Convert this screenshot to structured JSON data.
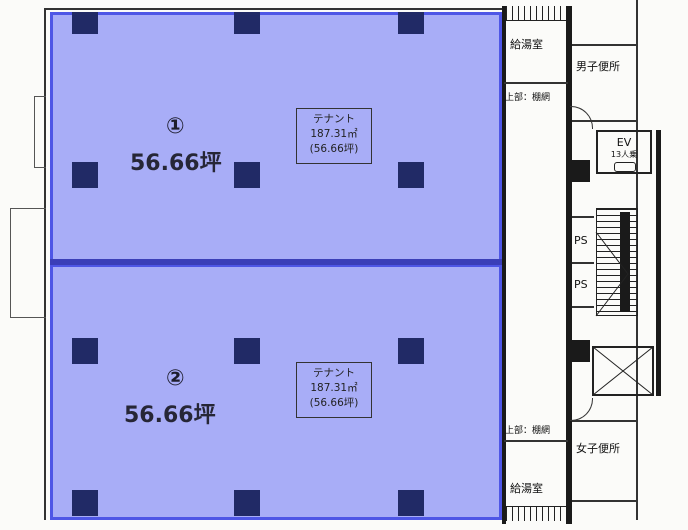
{
  "tenants": [
    {
      "number": "①",
      "size": "56.66坪",
      "label_name": "テナント",
      "label_area": "187.31㎡",
      "label_tsubo": "(56.66坪)"
    },
    {
      "number": "②",
      "size": "56.66坪",
      "label_name": "テナント",
      "label_area": "187.31㎡",
      "label_tsubo": "(56.66坪)"
    }
  ],
  "core": {
    "kitchen_top": "給湯室",
    "mens_toilet": "男子便所",
    "upper_shelf_top": "上部：棚網",
    "elevator": "EV",
    "elevator_capacity": "13人乗",
    "ps_upper": "PS",
    "ps_lower": "PS",
    "upper_shelf_bottom": "上部：棚網",
    "womens_toilet": "女子便所",
    "kitchen_bottom": "給湯室"
  },
  "colors": {
    "tenant_fill": "#747cf6",
    "tenant_border": "#4e56e6",
    "column": "#212a66"
  }
}
